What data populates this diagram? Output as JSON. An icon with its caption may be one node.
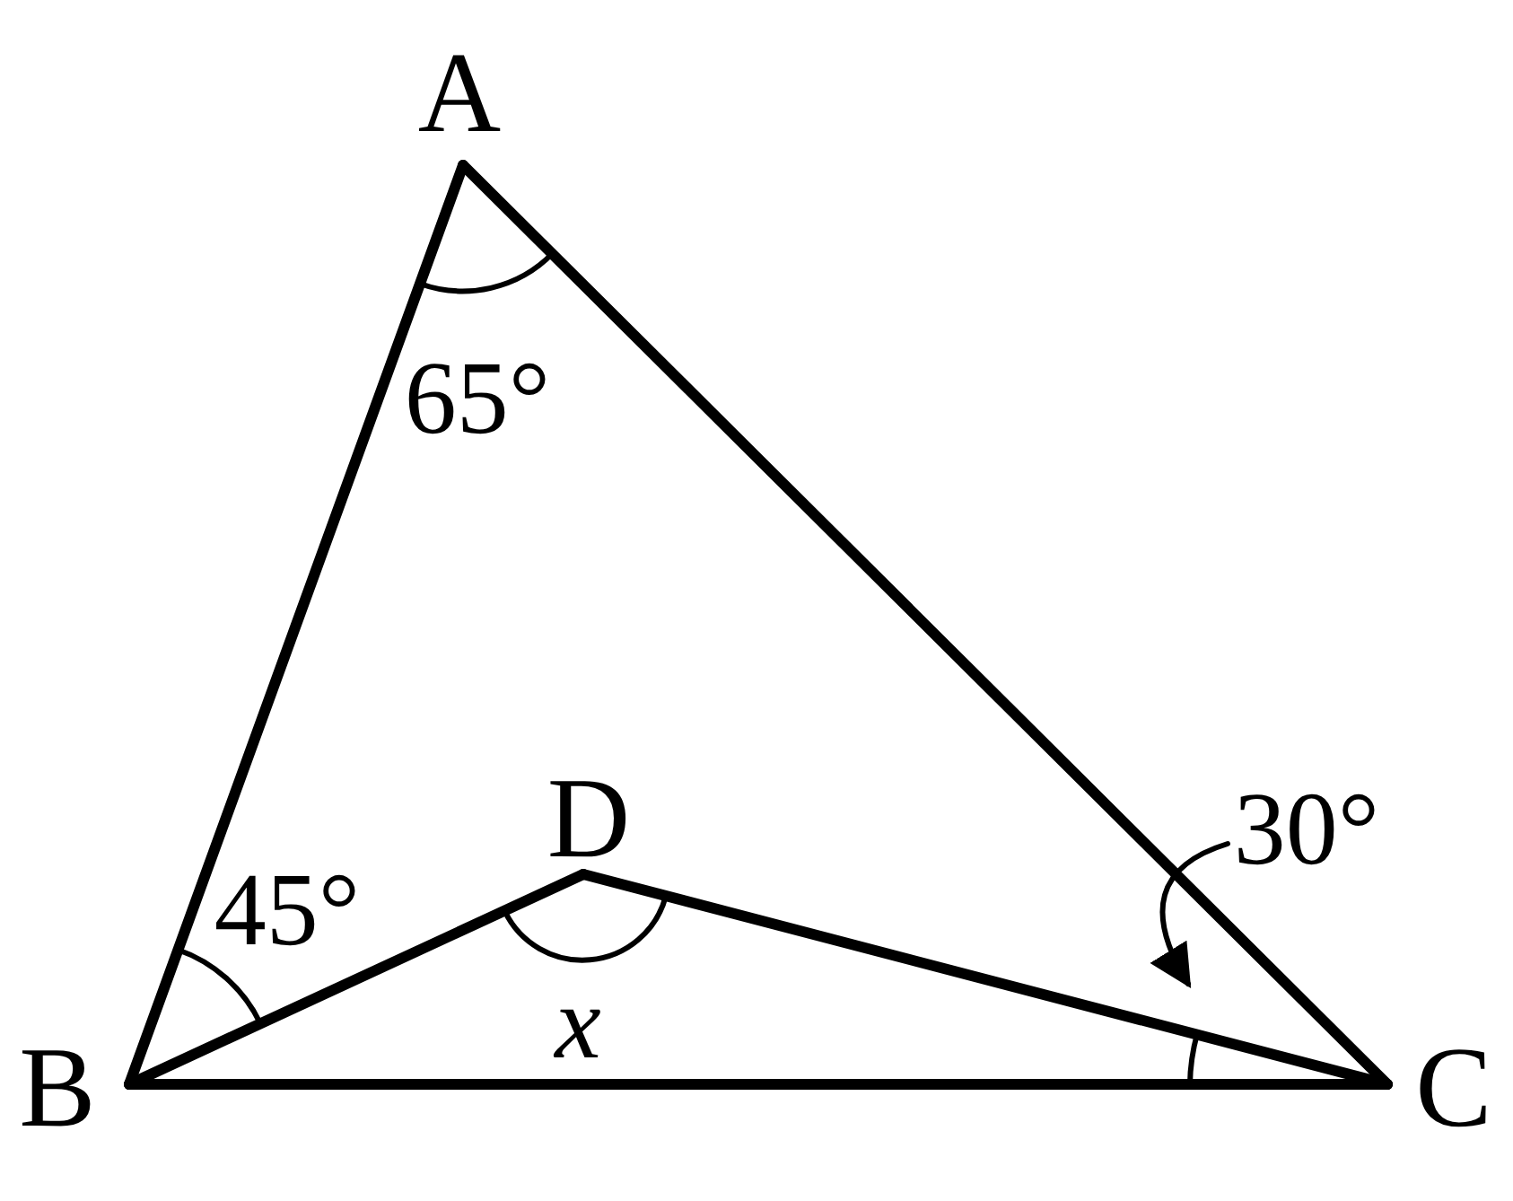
{
  "diagram": {
    "nodes": [
      {
        "text": [
          "A"
        ]
      },
      {
        "text": [
          "B"
        ]
      },
      {
        "text": [
          "C"
        ]
      },
      {
        "text": [
          "D"
        ]
      },
      {
        "text": [
          "30°"
        ]
      }
    ],
    "edges": [
      {
        "from": 0,
        "to": 1,
        "arrow": "none"
      },
      {
        "from": 0,
        "to": 2,
        "arrow": "none"
      },
      {
        "from": 1,
        "to": 2,
        "arrow": "none"
      },
      {
        "from": 1,
        "to": 3,
        "arrow": "none"
      },
      {
        "from": 3,
        "to": 2,
        "arrow": "none"
      },
      {
        "from": 4,
        "to": null,
        "arrow": "to"
      }
    ],
    "labels": [
      "65°",
      "45°",
      "x"
    ]
  }
}
